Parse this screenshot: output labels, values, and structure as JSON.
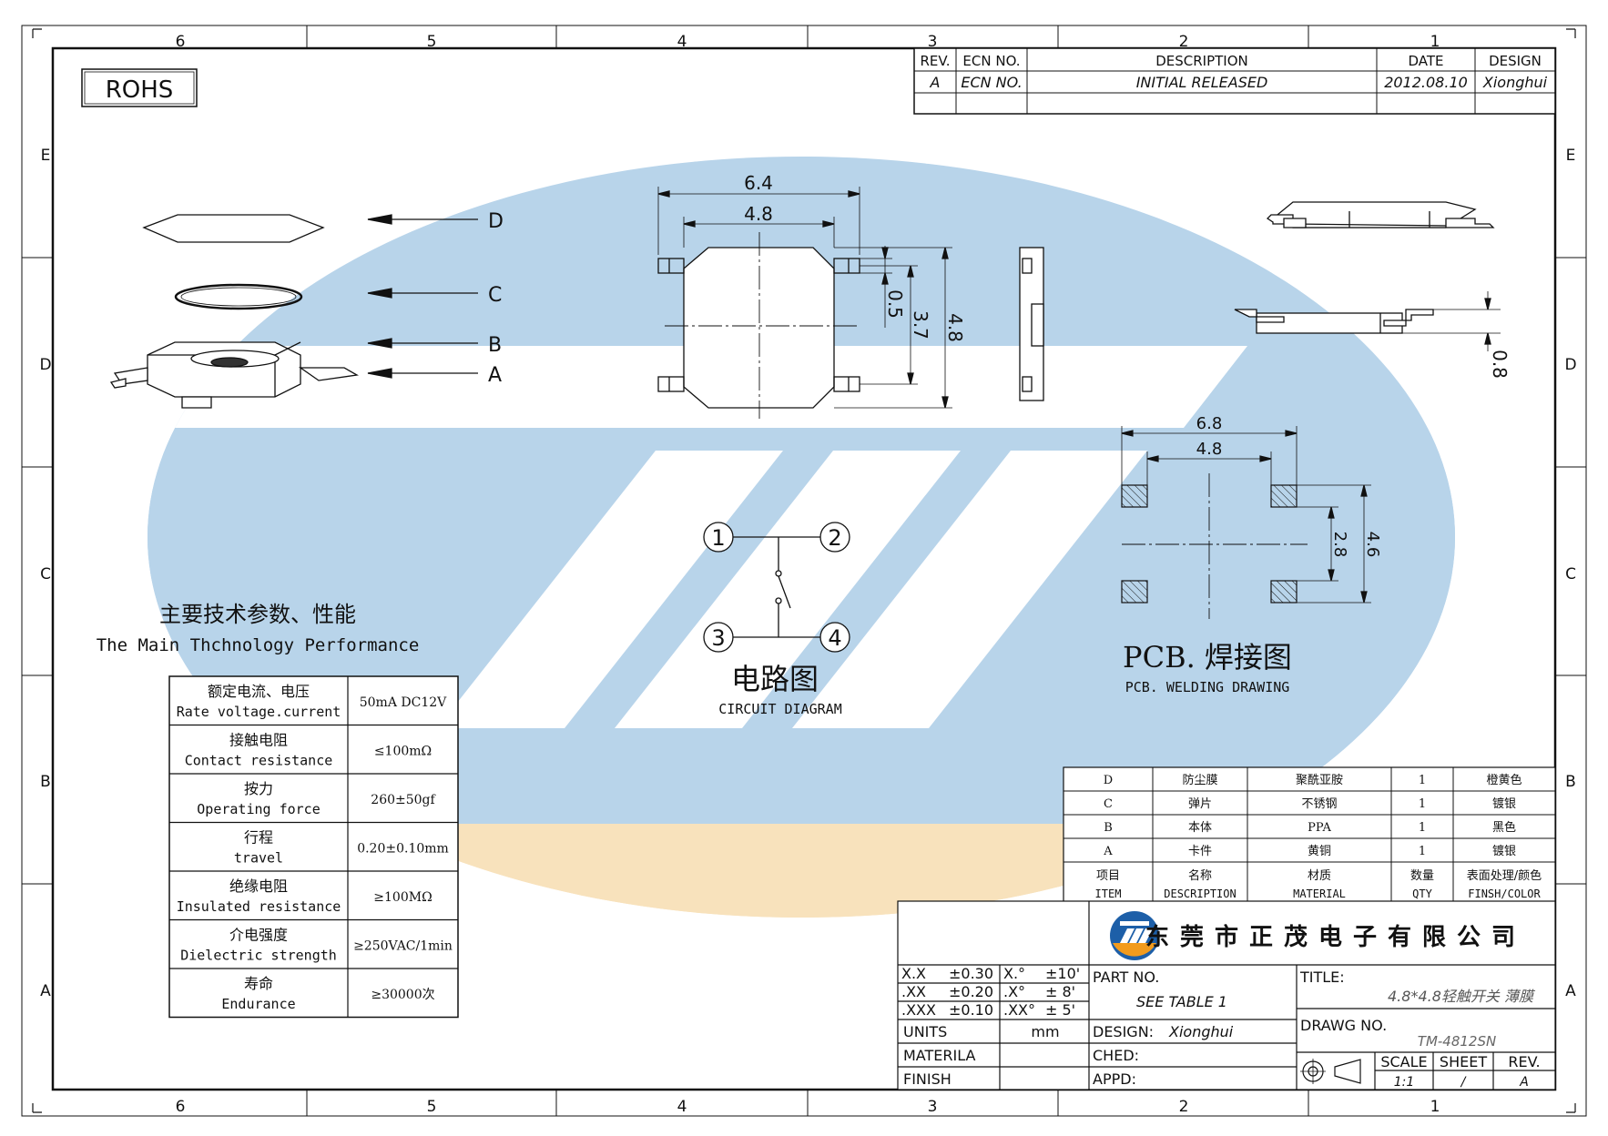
{
  "zones": {
    "columns": [
      "6",
      "5",
      "4",
      "3",
      "2",
      "1"
    ],
    "rows": [
      "E",
      "D",
      "C",
      "B",
      "A"
    ]
  },
  "rohs_label": "ROHS",
  "revision_table": {
    "headers": [
      "REV.",
      "ECN NO.",
      "DESCRIPTION",
      "DATE",
      "DESIGN"
    ],
    "rows": [
      [
        "A",
        "ECN NO.",
        "INITIAL RELEASED",
        "2012.08.10",
        "Xionghui"
      ]
    ]
  },
  "exploded_view": {
    "labels": [
      "D",
      "C",
      "B",
      "A"
    ]
  },
  "top_view_dims": {
    "overall_width": "6.4",
    "body_width": "4.8",
    "pin_width": "0.5",
    "pin_span": "3.7",
    "body_height": "4.8"
  },
  "side_view_dims": {
    "height": "0.8"
  },
  "pcb_dims": {
    "outer_width": "6.8",
    "inner_width": "4.8",
    "inner_height": "2.8",
    "outer_height": "4.6"
  },
  "circuit": {
    "pins": [
      "1",
      "2",
      "3",
      "4"
    ],
    "title_cn": "电路图",
    "title_en": "CIRCUIT DIAGRAM"
  },
  "pcb_title": {
    "cn": "PCB. 焊接图",
    "en": "PCB. WELDING DRAWING"
  },
  "performance": {
    "title_cn": "主要技术参数、性能",
    "title_en": "The Main Thchnology Performance",
    "rows": [
      {
        "cn": "额定电流、电压",
        "en": "Rate voltage.current",
        "value": "50mA DC12V"
      },
      {
        "cn": "接触电阻",
        "en": "Contact resistance",
        "value": "≤100mΩ"
      },
      {
        "cn": "按力",
        "en": "Operating force",
        "value": "260±50gf"
      },
      {
        "cn": "行程",
        "en": "travel",
        "value": "0.20±0.10mm"
      },
      {
        "cn": "绝缘电阻",
        "en": "Insulated resistance",
        "value": "≥100MΩ"
      },
      {
        "cn": "介电强度",
        "en": "Dielectric strength",
        "value": "≥250VAC/1min"
      },
      {
        "cn": "寿命",
        "en": "Endurance",
        "value": "≥30000次"
      }
    ]
  },
  "bom": {
    "rows": [
      [
        "D",
        "防尘膜",
        "聚酰亚胺",
        "1",
        "橙黄色"
      ],
      [
        "C",
        "弹片",
        "不锈钢",
        "1",
        "镀银"
      ],
      [
        "B",
        "本体",
        "PPA",
        "1",
        "黑色"
      ],
      [
        "A",
        "卡件",
        "黄铜",
        "1",
        "镀银"
      ]
    ],
    "header_cn": [
      "项目",
      "名称",
      "材质",
      "数量",
      "表面处理/颜色"
    ],
    "header_en": [
      "ITEM",
      "DESCRIPTION",
      "MATERIAL",
      "QTY",
      "FINSH/COLOR"
    ]
  },
  "title_block": {
    "company": "东莞市正茂电子有限公司",
    "tolerances": [
      [
        "X.X",
        "±0.30",
        "X.°",
        "±10'"
      ],
      [
        ".XX",
        "±0.20",
        ".X°",
        "± 8'"
      ],
      [
        ".XXX",
        "±0.10",
        ".XX°",
        "± 5'"
      ]
    ],
    "units_label": "UNITS",
    "units_value": "mm",
    "materila_label": "MATERILA",
    "finish_label": "FINISH",
    "part_no_label": "PART NO.",
    "part_no_value": "SEE TABLE 1",
    "design_label": "DESIGN:",
    "design_value": "Xionghui",
    "ched_label": "CHED:",
    "appd_label": "APPD:",
    "title_label": "TITLE:",
    "title_value": "4.8*4.8轻触开关 薄膜",
    "drawg_label": "DRAWG NO.",
    "drawg_value": "TM-4812SN",
    "scale_label": "SCALE",
    "scale_value": "1:1",
    "sheet_label": "SHEET",
    "sheet_value": "/",
    "rev_label": "REV.",
    "rev_value": "A"
  },
  "colors": {
    "watermark_blue": "#b8d4ea",
    "watermark_orange": "#f8e2bc",
    "logo_blue": "#1d5fa8",
    "logo_orange": "#f29b1d"
  }
}
